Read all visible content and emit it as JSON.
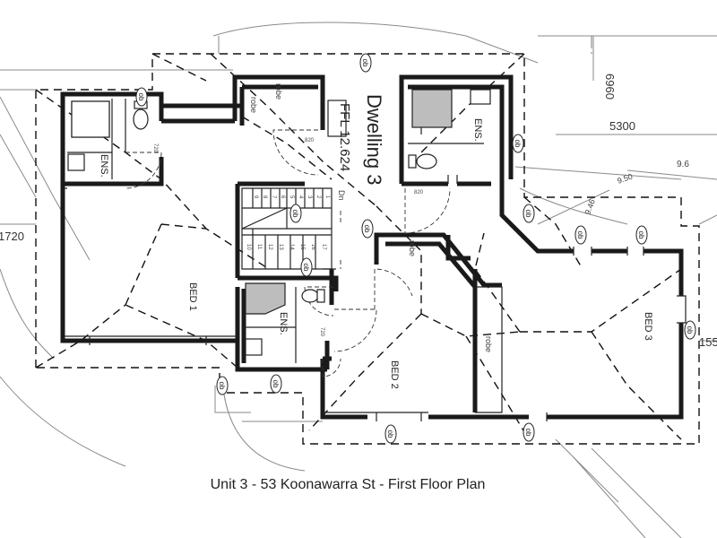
{
  "caption": "Unit 3 - 53 Koonawarra St - First Floor Plan",
  "dwelling": {
    "name": "Dwelling 3",
    "ffl": "FFL 12.624"
  },
  "rooms": {
    "bed1": "BED 1",
    "bed2": "BED 2",
    "bed3": "BED 3",
    "ens_left": "ENS.",
    "ens_right": "ENS.",
    "ens_middle": "ENS."
  },
  "robes": [
    "robe",
    "robe",
    "robe",
    "robe"
  ],
  "stair": {
    "label": "Dn",
    "steps": [
      "1",
      "2",
      "3",
      "4",
      "5",
      "6",
      "7",
      "8",
      "9",
      "10",
      "11",
      "12",
      "13",
      "14",
      "15",
      "16",
      "17"
    ]
  },
  "dimensions": {
    "d6960": "6960",
    "d5300": "5300",
    "d1720": "1720",
    "d155": "155",
    "d96": "9.6",
    "d950": "9.50",
    "d946": "9.46"
  },
  "door_sizes": [
    "720",
    "820",
    "820",
    "720"
  ],
  "window_tags": [
    "ob",
    "ob",
    "ob",
    "ob",
    "ob",
    "ob",
    "ob",
    "ob",
    "ob",
    "ob",
    "ob",
    "ob",
    "ob",
    "ob"
  ]
}
